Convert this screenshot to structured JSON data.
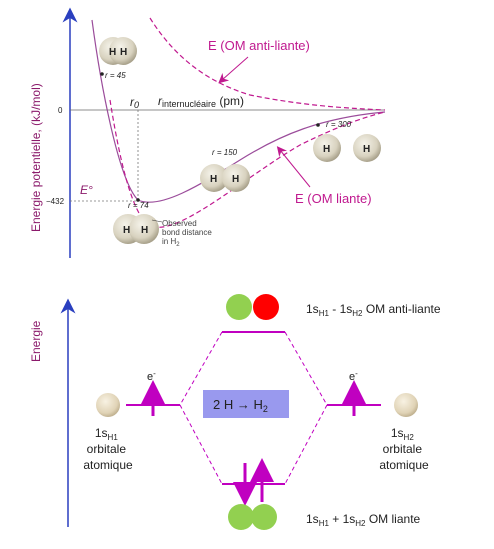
{
  "top": {
    "y_axis_label": "Energie potentielle, (kJ/mol)",
    "tick_zero": "0",
    "tick_432": "−432",
    "r0_label": "r",
    "r0_sub": "0",
    "x_axis_label_main": "r",
    "x_axis_label_sub": "internucléaire",
    "x_axis_label_unit": " (pm)",
    "e_degree": "E°",
    "r45": "r = 45",
    "r74": "r = 74",
    "r150": "r = 150",
    "r300": "r = 300",
    "observed_1": "Observed",
    "observed_2": "bond distance",
    "observed_3": "in H",
    "observed_sub": "2",
    "om_anti_label": "E (OM anti-liante)",
    "om_liante_label": "E (OM liante)",
    "atom_label": "H",
    "colors": {
      "curve": "#9b4d9b",
      "dashed": "#c0198f",
      "axis": "#2a3fbf"
    }
  },
  "bottom": {
    "y_axis_label": "Energie",
    "anti_prefix": "1s",
    "anti_sub1": "H1",
    "anti_mid": " - 1s",
    "anti_sub2": "H2",
    "anti_suffix": " OM anti-liante",
    "liante_prefix": "1s",
    "liante_sub1": "H1",
    "liante_mid": " + 1s",
    "liante_sub2": "H2",
    "liante_suffix": " OM liante",
    "left_ao_1": "1s",
    "left_ao_sub": "H1",
    "left_ao_2": "orbitale",
    "left_ao_3": "atomique",
    "right_ao_1": "1s",
    "right_ao_sub": "H2",
    "right_ao_2": "orbitale",
    "right_ao_3": "atomique",
    "electron": "e",
    "electron_sup": "-",
    "reaction_prefix": "2 H → H",
    "reaction_sub": "2",
    "colors": {
      "green": "#92d050",
      "red": "#ff0000",
      "box": "#9999ee",
      "level": "#c000c0",
      "arrow": "#c000c0"
    }
  }
}
